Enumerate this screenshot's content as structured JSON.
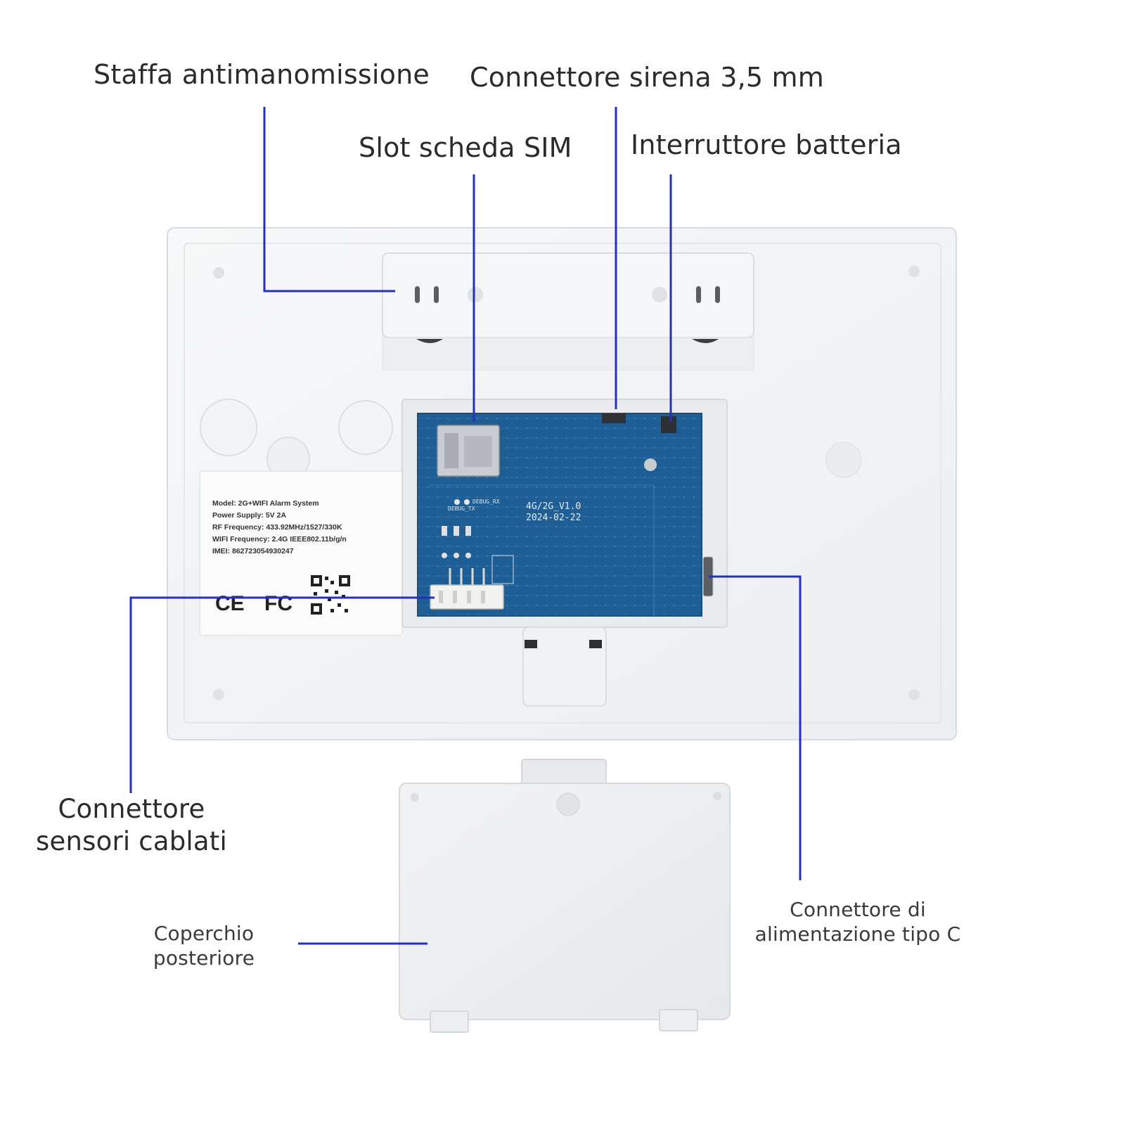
{
  "colors": {
    "callout_line": "#2332b8",
    "background": "#ffffff",
    "device_body": "#f3f4f6",
    "pcb": "#1f5e95",
    "label_text": "#2b2b2b"
  },
  "labels": {
    "tamper_bracket": "Staffa antimanomissione",
    "siren_connector": "Connettore sirena 3,5 mm",
    "sim_slot": "Slot scheda SIM",
    "battery_switch": "Interruttore batteria",
    "wired_sensor_connector": [
      "Connettore",
      "sensori cablati"
    ],
    "power_connector": [
      "Connettore di",
      "alimentazione tipo C"
    ],
    "back_cover": [
      "Coperchio",
      "posteriore"
    ]
  },
  "sticker": {
    "lines": [
      "Model: 2G+WIFI  Alarm System",
      "Power Supply: 5V 2A",
      "RF Frequency: 433.92MHz/1527/330K",
      "WIFI Frequency: 2.4G IEEE802.11b/g/n",
      "IMEI:   862723054930247"
    ],
    "ce_mark": "CE",
    "fc_mark": "FC"
  },
  "pcb": {
    "version": "4G/2G_V1.0",
    "date": "2024-02-22",
    "debug_tx": "DEBUG_TX",
    "debug_rx": "DEBUG_RX"
  }
}
